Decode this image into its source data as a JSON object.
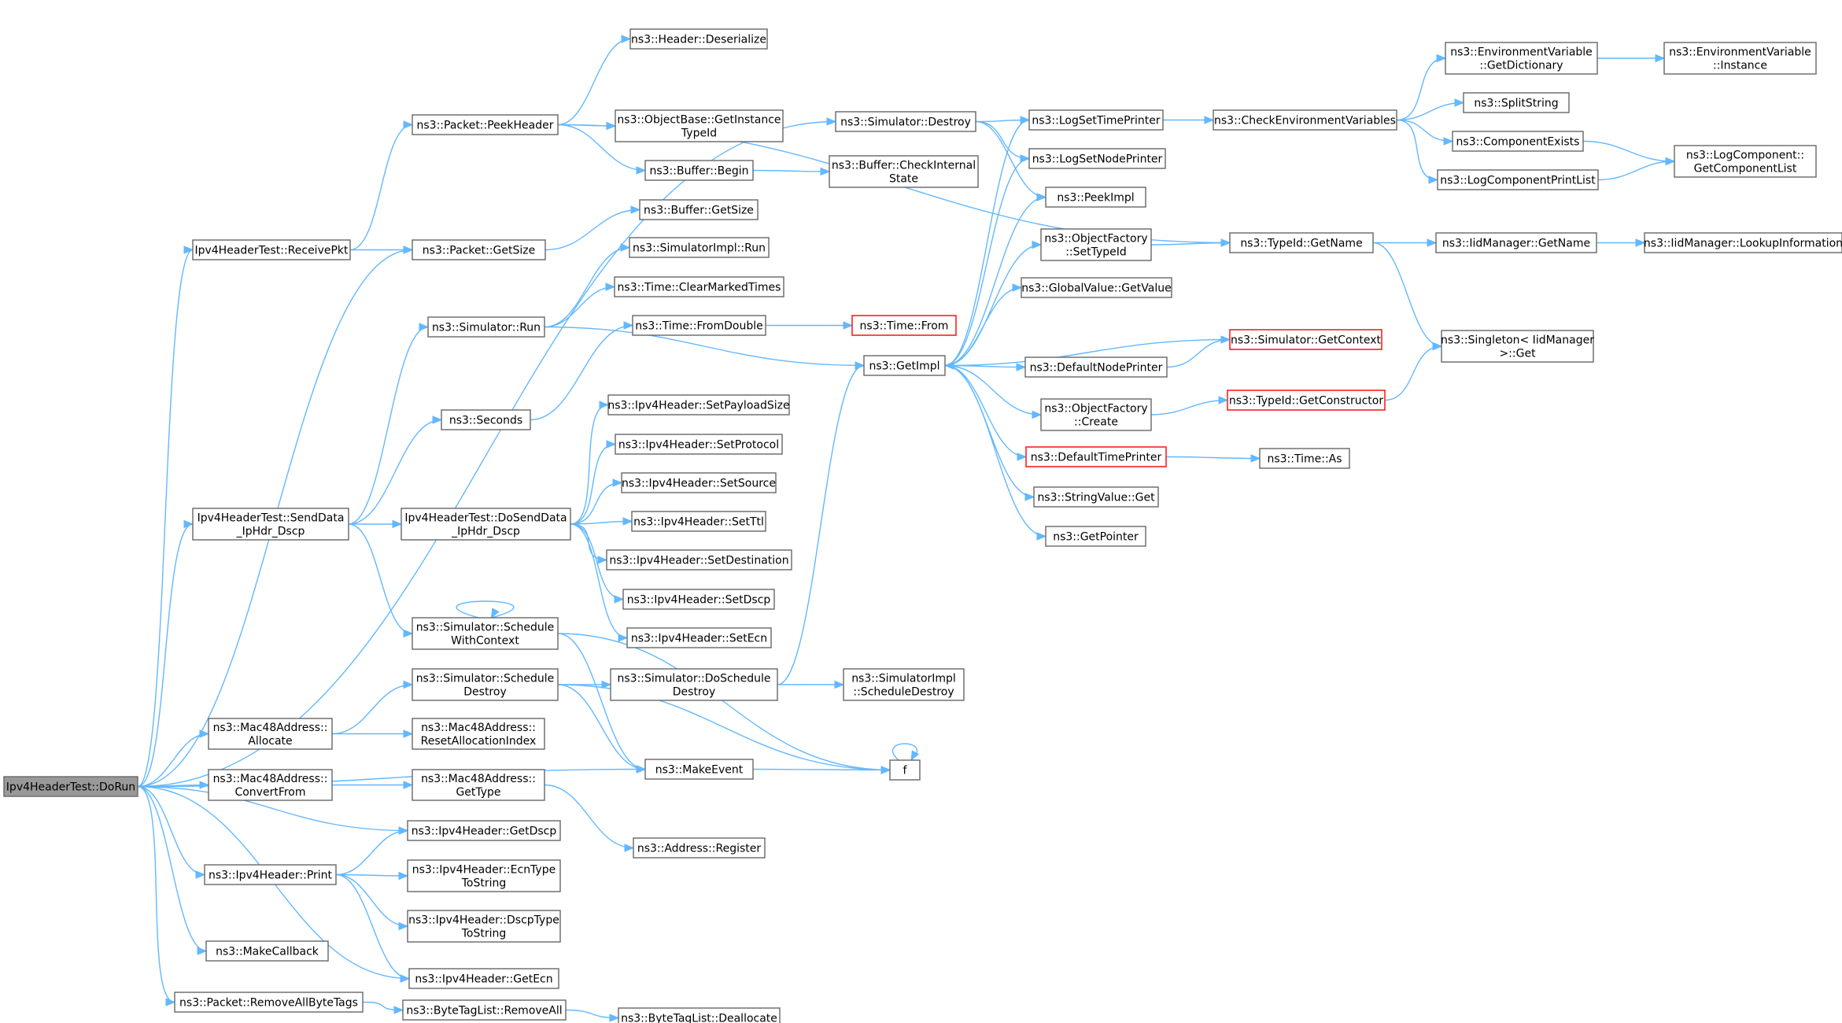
{
  "colors": {
    "edge": "#63b8ff",
    "root_fill": "#999999",
    "node_border": "#666666",
    "truncated_border": "#ff0000"
  },
  "nodes": [
    {
      "id": "dorun",
      "lines": [
        "Ipv4HeaderTest::DoRun"
      ],
      "root": true
    },
    {
      "id": "receivepkt",
      "lines": [
        "Ipv4HeaderTest::ReceivePkt"
      ]
    },
    {
      "id": "senddata",
      "lines": [
        "Ipv4HeaderTest::SendData",
        "_IpHdr_Dscp"
      ]
    },
    {
      "id": "mac_alloc",
      "lines": [
        "ns3::Mac48Address::",
        "Allocate"
      ]
    },
    {
      "id": "mac_conv",
      "lines": [
        "ns3::Mac48Address::",
        "ConvertFrom"
      ]
    },
    {
      "id": "ip_print",
      "lines": [
        "ns3::Ipv4Header::Print"
      ]
    },
    {
      "id": "makecallback",
      "lines": [
        "ns3::MakeCallback"
      ]
    },
    {
      "id": "removeallbytetags",
      "lines": [
        "ns3::Packet::RemoveAllByteTags"
      ]
    },
    {
      "id": "peekheader",
      "lines": [
        "ns3::Packet::PeekHeader"
      ]
    },
    {
      "id": "pkt_getsize",
      "lines": [
        "ns3::Packet::GetSize"
      ]
    },
    {
      "id": "sim_run",
      "lines": [
        "ns3::Simulator::Run"
      ]
    },
    {
      "id": "seconds",
      "lines": [
        "ns3::Seconds"
      ]
    },
    {
      "id": "dosenddata",
      "lines": [
        "Ipv4HeaderTest::DoSendData",
        "_IpHdr_Dscp"
      ]
    },
    {
      "id": "schedwithctx",
      "lines": [
        "ns3::Simulator::Schedule",
        "WithContext"
      ]
    },
    {
      "id": "scheddestroy",
      "lines": [
        "ns3::Simulator::Schedule",
        "Destroy"
      ]
    },
    {
      "id": "mac_reset",
      "lines": [
        "ns3::Mac48Address::",
        "ResetAllocationIndex"
      ]
    },
    {
      "id": "mac_gettype",
      "lines": [
        "ns3::Mac48Address::",
        "GetType"
      ]
    },
    {
      "id": "getdscp",
      "lines": [
        "ns3::Ipv4Header::GetDscp"
      ]
    },
    {
      "id": "ecntostr",
      "lines": [
        "ns3::Ipv4Header::EcnType",
        "ToString"
      ]
    },
    {
      "id": "dscptostr",
      "lines": [
        "ns3::Ipv4Header::DscpType",
        "ToString"
      ]
    },
    {
      "id": "getecn",
      "lines": [
        "ns3::Ipv4Header::GetEcn"
      ]
    },
    {
      "id": "btl_removeall",
      "lines": [
        "ns3::ByteTagList::RemoveAll"
      ]
    },
    {
      "id": "hdr_deser",
      "lines": [
        "ns3::Header::Deserialize"
      ]
    },
    {
      "id": "objbase_gettid",
      "lines": [
        "ns3::ObjectBase::GetInstance",
        "TypeId"
      ]
    },
    {
      "id": "buf_begin",
      "lines": [
        "ns3::Buffer::Begin"
      ]
    },
    {
      "id": "buf_getsize",
      "lines": [
        "ns3::Buffer::GetSize"
      ]
    },
    {
      "id": "simimpl_run",
      "lines": [
        "ns3::SimulatorImpl::Run"
      ]
    },
    {
      "id": "clearmarked",
      "lines": [
        "ns3::Time::ClearMarkedTimes"
      ]
    },
    {
      "id": "fromdouble",
      "lines": [
        "ns3::Time::FromDouble"
      ]
    },
    {
      "id": "setpayload",
      "lines": [
        "ns3::Ipv4Header::SetPayloadSize"
      ]
    },
    {
      "id": "setprotocol",
      "lines": [
        "ns3::Ipv4Header::SetProtocol"
      ]
    },
    {
      "id": "setsource",
      "lines": [
        "ns3::Ipv4Header::SetSource"
      ]
    },
    {
      "id": "setttl",
      "lines": [
        "ns3::Ipv4Header::SetTtl"
      ]
    },
    {
      "id": "setdest",
      "lines": [
        "ns3::Ipv4Header::SetDestination"
      ]
    },
    {
      "id": "setdscp",
      "lines": [
        "ns3::Ipv4Header::SetDscp"
      ]
    },
    {
      "id": "setecn",
      "lines": [
        "ns3::Ipv4Header::SetEcn"
      ]
    },
    {
      "id": "doscheddestroy",
      "lines": [
        "ns3::Simulator::DoSchedule",
        "Destroy"
      ]
    },
    {
      "id": "makeevent",
      "lines": [
        "ns3::MakeEvent"
      ]
    },
    {
      "id": "addr_register",
      "lines": [
        "ns3::Address::Register"
      ]
    },
    {
      "id": "btl_dealloc",
      "lines": [
        "ns3::ByteTagList::Deallocate"
      ]
    },
    {
      "id": "sim_destroy",
      "lines": [
        "ns3::Simulator::Destroy"
      ]
    },
    {
      "id": "buf_check",
      "lines": [
        "ns3::Buffer::CheckInternal",
        "State"
      ]
    },
    {
      "id": "time_from",
      "lines": [
        "ns3::Time::From"
      ],
      "red": true
    },
    {
      "id": "getimpl",
      "lines": [
        "ns3::GetImpl"
      ]
    },
    {
      "id": "simimpl_schedd",
      "lines": [
        "ns3::SimulatorImpl",
        "::ScheduleDestroy"
      ]
    },
    {
      "id": "f",
      "lines": [
        "f"
      ]
    },
    {
      "id": "logsettime",
      "lines": [
        "ns3::LogSetTimePrinter"
      ]
    },
    {
      "id": "logsetnode",
      "lines": [
        "ns3::LogSetNodePrinter"
      ]
    },
    {
      "id": "peekimpl",
      "lines": [
        "ns3::PeekImpl"
      ]
    },
    {
      "id": "of_settid",
      "lines": [
        "ns3::ObjectFactory",
        "::SetTypeId"
      ]
    },
    {
      "id": "gv_getvalue",
      "lines": [
        "ns3::GlobalValue::GetValue"
      ]
    },
    {
      "id": "defnodeprinter",
      "lines": [
        "ns3::DefaultNodePrinter"
      ]
    },
    {
      "id": "of_create",
      "lines": [
        "ns3::ObjectFactory",
        "::Create"
      ]
    },
    {
      "id": "deftimeprinter",
      "lines": [
        "ns3::DefaultTimePrinter"
      ],
      "red": true
    },
    {
      "id": "strval_get",
      "lines": [
        "ns3::StringValue::Get"
      ]
    },
    {
      "id": "getpointer",
      "lines": [
        "ns3::GetPointer"
      ]
    },
    {
      "id": "checkenv",
      "lines": [
        "ns3::CheckEnvironmentVariables"
      ]
    },
    {
      "id": "tid_getname",
      "lines": [
        "ns3::TypeId::GetName"
      ]
    },
    {
      "id": "sim_getctx",
      "lines": [
        "ns3::Simulator::GetContext"
      ],
      "red": true
    },
    {
      "id": "tid_getctor",
      "lines": [
        "ns3::TypeId::GetConstructor"
      ],
      "red": true
    },
    {
      "id": "time_as",
      "lines": [
        "ns3::Time::As"
      ]
    },
    {
      "id": "env_getdict",
      "lines": [
        "ns3::EnvironmentVariable",
        "::GetDictionary"
      ]
    },
    {
      "id": "splitstring",
      "lines": [
        "ns3::SplitString"
      ]
    },
    {
      "id": "compexists",
      "lines": [
        "ns3::ComponentExists"
      ]
    },
    {
      "id": "logcompprint",
      "lines": [
        "ns3::LogComponentPrintList"
      ]
    },
    {
      "id": "iid_getname",
      "lines": [
        "ns3::IidManager::GetName"
      ]
    },
    {
      "id": "singleton_get",
      "lines": [
        "ns3::Singleton< IidManager",
        ">::Get"
      ]
    },
    {
      "id": "env_instance",
      "lines": [
        "ns3::EnvironmentVariable",
        "::Instance"
      ]
    },
    {
      "id": "logcomp_getlist",
      "lines": [
        "ns3::LogComponent::",
        "GetComponentList"
      ]
    },
    {
      "id": "iid_lookup",
      "lines": [
        "ns3::IidManager::LookupInformation"
      ]
    }
  ],
  "edges": [
    [
      "dorun",
      "receivepkt"
    ],
    [
      "dorun",
      "senddata"
    ],
    [
      "dorun",
      "mac_alloc"
    ],
    [
      "dorun",
      "mac_conv"
    ],
    [
      "dorun",
      "ip_print"
    ],
    [
      "dorun",
      "makecallback"
    ],
    [
      "dorun",
      "removeallbytetags"
    ],
    [
      "dorun",
      "pkt_getsize"
    ],
    [
      "dorun",
      "sim_destroy"
    ],
    [
      "dorun",
      "getdscp"
    ],
    [
      "dorun",
      "getecn"
    ],
    [
      "dorun",
      "makeevent"
    ],
    [
      "receivepkt",
      "peekheader"
    ],
    [
      "receivepkt",
      "pkt_getsize"
    ],
    [
      "senddata",
      "sim_run"
    ],
    [
      "senddata",
      "seconds"
    ],
    [
      "senddata",
      "dosenddata"
    ],
    [
      "senddata",
      "schedwithctx"
    ],
    [
      "mac_alloc",
      "scheddestroy"
    ],
    [
      "mac_alloc",
      "mac_reset"
    ],
    [
      "mac_conv",
      "mac_gettype"
    ],
    [
      "ip_print",
      "getdscp"
    ],
    [
      "ip_print",
      "ecntostr"
    ],
    [
      "ip_print",
      "dscptostr"
    ],
    [
      "ip_print",
      "getecn"
    ],
    [
      "removeallbytetags",
      "btl_removeall"
    ],
    [
      "peekheader",
      "hdr_deser"
    ],
    [
      "peekheader",
      "objbase_gettid"
    ],
    [
      "peekheader",
      "buf_begin"
    ],
    [
      "peekheader",
      "tid_getname"
    ],
    [
      "pkt_getsize",
      "buf_getsize"
    ],
    [
      "sim_run",
      "simimpl_run"
    ],
    [
      "sim_run",
      "clearmarked"
    ],
    [
      "sim_run",
      "getimpl"
    ],
    [
      "seconds",
      "fromdouble"
    ],
    [
      "dosenddata",
      "setpayload"
    ],
    [
      "dosenddata",
      "setprotocol"
    ],
    [
      "dosenddata",
      "setsource"
    ],
    [
      "dosenddata",
      "setttl"
    ],
    [
      "dosenddata",
      "setdest"
    ],
    [
      "dosenddata",
      "setdscp"
    ],
    [
      "dosenddata",
      "setecn"
    ],
    [
      "schedwithctx",
      "schedwithctx"
    ],
    [
      "schedwithctx",
      "makeevent"
    ],
    [
      "schedwithctx",
      "f"
    ],
    [
      "scheddestroy",
      "doscheddestroy"
    ],
    [
      "scheddestroy",
      "makeevent"
    ],
    [
      "scheddestroy",
      "f"
    ],
    [
      "mac_gettype",
      "addr_register"
    ],
    [
      "btl_removeall",
      "btl_dealloc"
    ],
    [
      "buf_begin",
      "buf_check"
    ],
    [
      "fromdouble",
      "time_from"
    ],
    [
      "doscheddestroy",
      "getimpl"
    ],
    [
      "doscheddestroy",
      "simimpl_schedd"
    ],
    [
      "makeevent",
      "f"
    ],
    [
      "f",
      "f"
    ],
    [
      "sim_destroy",
      "logsettime"
    ],
    [
      "sim_destroy",
      "logsetnode"
    ],
    [
      "sim_destroy",
      "peekimpl"
    ],
    [
      "getimpl",
      "logsettime"
    ],
    [
      "getimpl",
      "logsetnode"
    ],
    [
      "getimpl",
      "peekimpl"
    ],
    [
      "getimpl",
      "of_settid"
    ],
    [
      "getimpl",
      "gv_getvalue"
    ],
    [
      "getimpl",
      "defnodeprinter"
    ],
    [
      "getimpl",
      "of_create"
    ],
    [
      "getimpl",
      "deftimeprinter"
    ],
    [
      "getimpl",
      "strval_get"
    ],
    [
      "getimpl",
      "getpointer"
    ],
    [
      "sim_getctx",
      "getimpl"
    ],
    [
      "logsettime",
      "checkenv"
    ],
    [
      "of_settid",
      "tid_getname"
    ],
    [
      "defnodeprinter",
      "sim_getctx"
    ],
    [
      "of_create",
      "tid_getctor"
    ],
    [
      "deftimeprinter",
      "time_as"
    ],
    [
      "checkenv",
      "env_getdict"
    ],
    [
      "checkenv",
      "splitstring"
    ],
    [
      "checkenv",
      "compexists"
    ],
    [
      "checkenv",
      "logcompprint"
    ],
    [
      "tid_getname",
      "iid_getname"
    ],
    [
      "tid_getname",
      "singleton_get"
    ],
    [
      "tid_getctor",
      "singleton_get"
    ],
    [
      "env_getdict",
      "env_instance"
    ],
    [
      "compexists",
      "logcomp_getlist"
    ],
    [
      "logcompprint",
      "logcomp_getlist"
    ],
    [
      "iid_getname",
      "iid_lookup"
    ]
  ]
}
